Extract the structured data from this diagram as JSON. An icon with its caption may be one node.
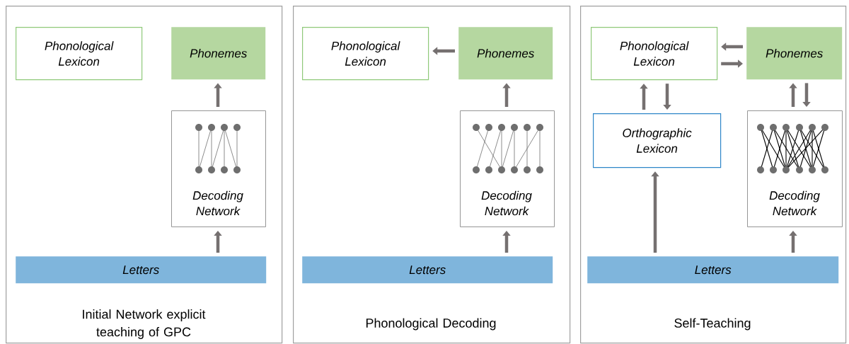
{
  "diagram": {
    "nodes": [
      {
        "text": [
          "Initial Network explicit teaching of GPC"
        ]
      },
      {
        "text": [
          "Phonological Lexicon"
        ],
        "in": 0
      },
      {
        "text": [
          "Phonemes"
        ],
        "in": 0
      },
      {
        "text": [
          "Decoding Network"
        ],
        "in": 0
      },
      {
        "text": [
          "Letters"
        ],
        "in": 0
      },
      {
        "text": [
          "Phonological Decoding"
        ]
      },
      {
        "text": [
          "Phonological Lexicon"
        ],
        "in": 5
      },
      {
        "text": [
          "Phonemes"
        ],
        "in": 5
      },
      {
        "text": [
          "Decoding Network"
        ],
        "in": 5
      },
      {
        "text": [
          "Letters"
        ],
        "in": 5
      },
      {
        "text": [
          "Self-Teaching"
        ]
      },
      {
        "text": [
          "Phonological Lexicon"
        ],
        "in": 10
      },
      {
        "text": [
          "Phonemes"
        ],
        "in": 10
      },
      {
        "text": [
          "Orthographic Lexicon"
        ],
        "in": 10
      },
      {
        "text": [
          "Decoding Network"
        ],
        "in": 10
      },
      {
        "text": [
          "Letters"
        ],
        "in": 10
      }
    ],
    "edges": [
      {
        "from": 3,
        "to": 2,
        "arrow": "to"
      },
      {
        "from": 4,
        "to": 3,
        "arrow": "to"
      },
      {
        "from": 7,
        "to": 6,
        "arrow": "to"
      },
      {
        "from": 8,
        "to": 7,
        "arrow": "to"
      },
      {
        "from": 9,
        "to": 8,
        "arrow": "to"
      },
      {
        "from": 12,
        "to": 11,
        "arrow": "to"
      },
      {
        "from": 11,
        "to": 12,
        "arrow": "to"
      },
      {
        "from": 13,
        "to": 11,
        "arrow": "to"
      },
      {
        "from": 11,
        "to": 13,
        "arrow": "to"
      },
      {
        "from": 14,
        "to": 12,
        "arrow": "to"
      },
      {
        "from": 12,
        "to": 14,
        "arrow": "to"
      },
      {
        "from": 15,
        "to": 13,
        "arrow": "to"
      },
      {
        "from": 15,
        "to": 14,
        "arrow": "to"
      }
    ]
  }
}
